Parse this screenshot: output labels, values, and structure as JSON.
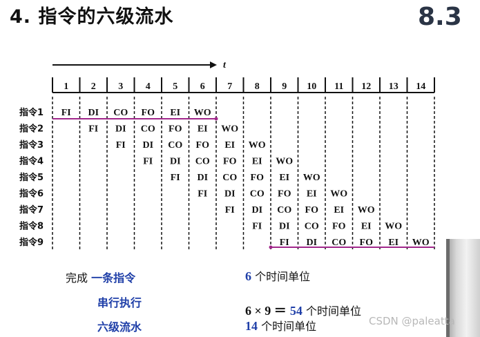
{
  "title": "4.  指令的六级流水",
  "section_number": "8.3",
  "axis_label": "t",
  "time_slots": [
    "1",
    "2",
    "3",
    "4",
    "5",
    "6",
    "7",
    "8",
    "9",
    "10",
    "11",
    "12",
    "13",
    "14"
  ],
  "stages": [
    "FI",
    "DI",
    "CO",
    "FO",
    "EI",
    "WO"
  ],
  "instructions": [
    "指令1",
    "指令2",
    "指令3",
    "指令4",
    "指令5",
    "指令6",
    "指令7",
    "指令8",
    "指令9"
  ],
  "summary": {
    "complete_label": "完成",
    "one_instruction": "一条指令",
    "one_instruction_value_num": "6",
    "one_instruction_value_unit": "个时间单位",
    "serial_label": "串行执行",
    "serial_value_expr": "6 × 9 ＝",
    "serial_value_num": "54",
    "serial_value_unit": "个时间单位",
    "pipeline_label": "六级流水",
    "pipeline_value_num": "14",
    "pipeline_value_unit": "个时间单位"
  },
  "watermark": "CSDN @paleatta",
  "colors": {
    "highlight_line": "#a0268a",
    "accent_text": "#1f3fa8"
  }
}
